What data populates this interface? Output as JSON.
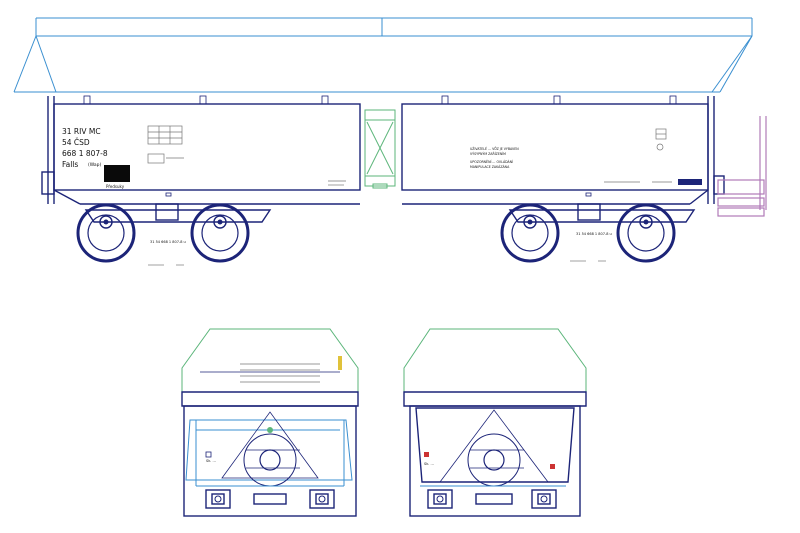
{
  "side_view": {
    "left_panel": {
      "marking_line1": "31  RIV MC",
      "marking_line2": "54   ČSD",
      "marking_line3": "668 1 807-8",
      "marking_line4": "Falls",
      "marking_sub": "(Wap)",
      "black_box_label": "Předsuky"
    },
    "bogie_left_label": "31 54 668 1 807-8 u",
    "bogie_right_label": "31 54 668 1 807-8 u",
    "right_panel": {
      "notice_line1": "UŽIVATELÉ ... VŮZ JE VYBAVEN",
      "notice_line2": "VÝSYPNÝM ZAŘÍZENÍM",
      "notice_line3": "UPOZORNĚNÍ ... OVLÁDÁNÍ",
      "notice_line4": "MANIPULACE ZAKÁZÁNA"
    },
    "colors": {
      "outline": "#1c2478",
      "hopper": "#3a8fd0",
      "coupler": "#5bb57a",
      "ladder": "#b07ab8"
    }
  },
  "end_view_left": {
    "marking": "Sk. ...",
    "accent": "#e0c23a",
    "lamp": "#cc3333"
  },
  "end_view_right": {
    "marking": "Sk. ...",
    "lamp": "#cc3333"
  }
}
